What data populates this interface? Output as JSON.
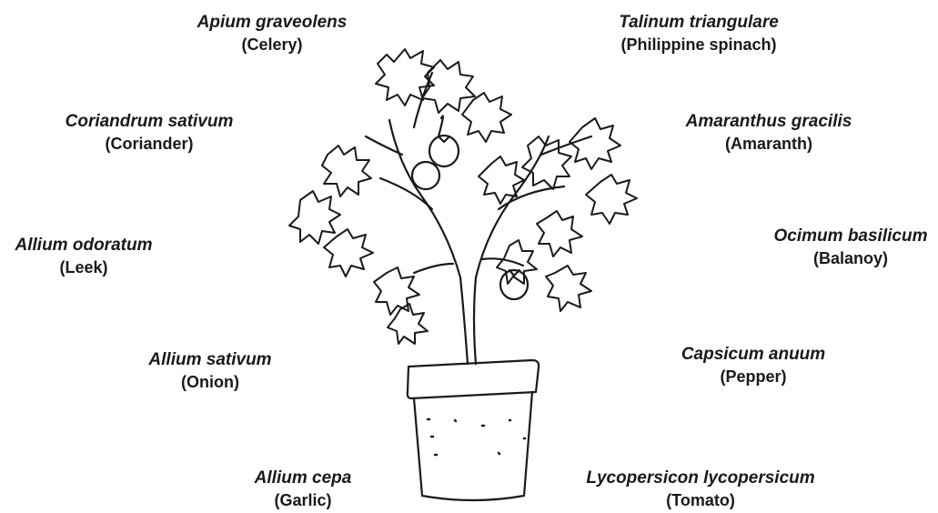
{
  "plants": [
    {
      "id": "celery",
      "scientific": "Apium graveolens",
      "common": "(Celery)"
    },
    {
      "id": "philippine-spinach",
      "scientific": "Talinum triangulare",
      "common": "(Philippine spinach)"
    },
    {
      "id": "coriander",
      "scientific": "Coriandrum sativum",
      "common": "(Coriander)"
    },
    {
      "id": "amaranth",
      "scientific": "Amaranthus gracilis",
      "common": "(Amaranth)"
    },
    {
      "id": "leek",
      "scientific": "Allium odoratum",
      "common": "(Leek)"
    },
    {
      "id": "balanoy",
      "scientific": "Ocimum basilicum",
      "common": "(Balanoy)"
    },
    {
      "id": "onion",
      "scientific": "Allium sativum",
      "common": "(Onion)"
    },
    {
      "id": "pepper",
      "scientific": "Capsicum anuum",
      "common": "(Pepper)"
    },
    {
      "id": "garlic",
      "scientific": "Allium cepa",
      "common": "(Garlic)"
    },
    {
      "id": "tomato",
      "scientific": "Lycopersicon lycopersicum",
      "common": "(Tomato)"
    }
  ],
  "colors": {
    "ink": "#1a1a1a",
    "background": "#ffffff"
  },
  "illustration": "tomato-plant-in-pot"
}
